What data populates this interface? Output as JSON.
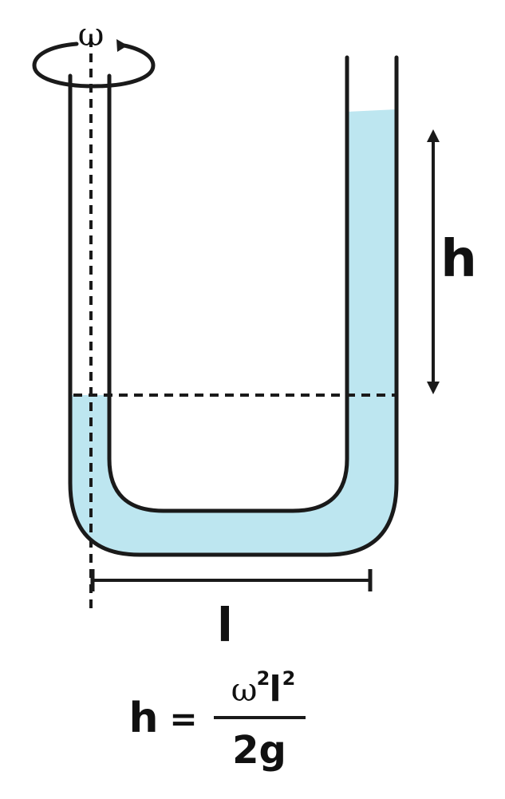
{
  "diagram": {
    "labels": {
      "omega": "ω",
      "height": "h",
      "length": "l"
    },
    "formula": {
      "lhs": "h",
      "equals": "=",
      "numerator_base": "ω",
      "numerator_exp1": "2",
      "numerator_var": "l",
      "numerator_exp2": "2",
      "denominator": "2g"
    },
    "colors": {
      "liquid": "#bde6f0",
      "stroke": "#1a1a1a"
    }
  }
}
